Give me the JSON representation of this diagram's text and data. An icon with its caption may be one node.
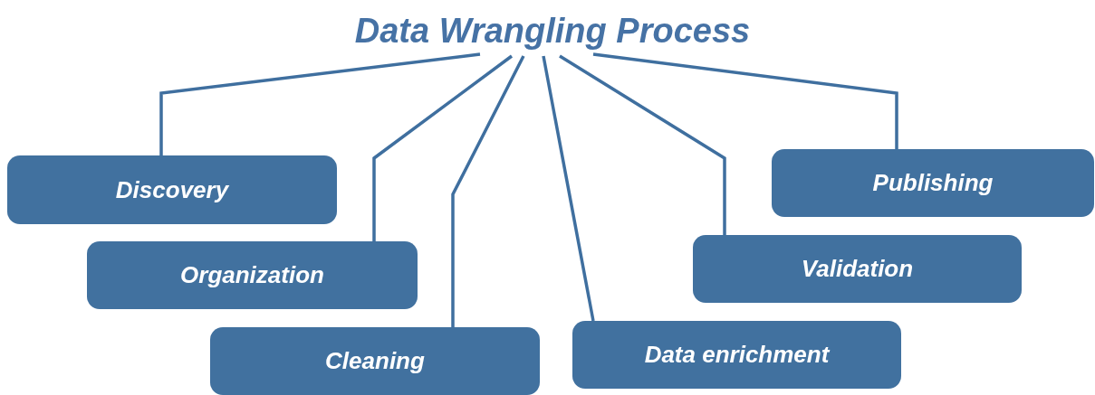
{
  "diagram": {
    "nodes": [
      {
        "text": [
          "Data Wrangling Process"
        ]
      },
      {
        "text": [
          "Discovery"
        ]
      },
      {
        "text": [
          "Organization"
        ]
      },
      {
        "text": [
          "Cleaning"
        ]
      },
      {
        "text": [
          "Data enrichment"
        ]
      },
      {
        "text": [
          "Validation"
        ]
      },
      {
        "text": [
          "Publishing"
        ]
      }
    ],
    "edges": [
      {
        "from": 0,
        "to": 1,
        "arrow": "none"
      },
      {
        "from": 0,
        "to": 2,
        "arrow": "none"
      },
      {
        "from": 0,
        "to": 3,
        "arrow": "none"
      },
      {
        "from": 0,
        "to": 4,
        "arrow": "none"
      },
      {
        "from": 0,
        "to": 5,
        "arrow": "none"
      },
      {
        "from": 0,
        "to": 6,
        "arrow": "none"
      }
    ]
  }
}
